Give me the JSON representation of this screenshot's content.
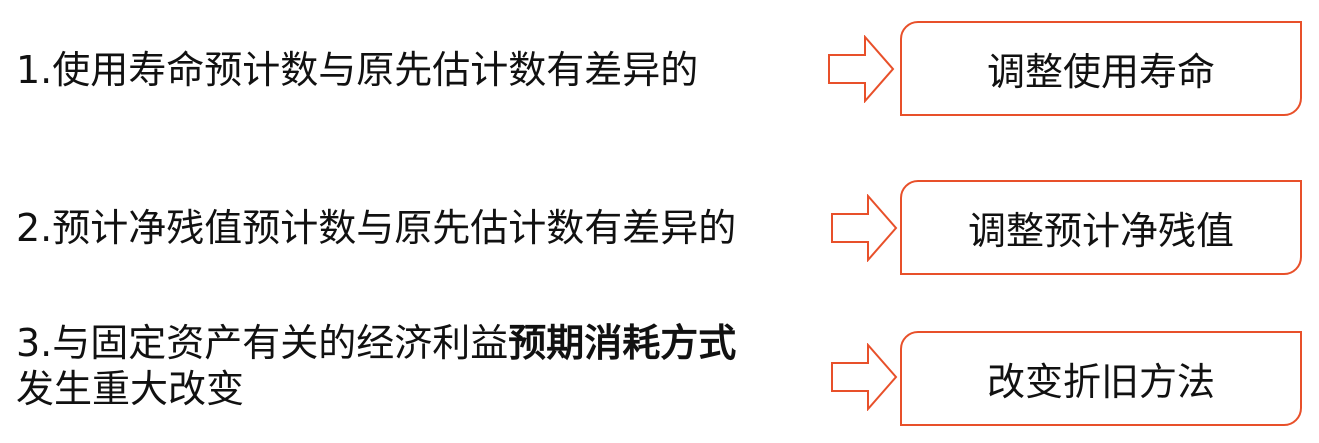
{
  "colors": {
    "accent": "#E8502A",
    "text": "#111111",
    "background": "#FFFFFF"
  },
  "rows": [
    {
      "condition": "1.使用寿命预计数与原先估计数有差异的",
      "condition_bold": "",
      "condition_line2": "",
      "arrow_icon": "outlined-right-arrow",
      "action": "调整使用寿命"
    },
    {
      "condition": "2.预计净残值预计数与原先估计数有差异的",
      "condition_bold": "",
      "condition_line2": "",
      "arrow_icon": "outlined-right-arrow",
      "action": "调整预计净残值"
    },
    {
      "condition": "3.与固定资产有关的经济利益",
      "condition_bold": "预期消耗方式",
      "condition_line2": "发生重大改变",
      "arrow_icon": "outlined-right-arrow",
      "action": "改变折旧方法"
    }
  ]
}
